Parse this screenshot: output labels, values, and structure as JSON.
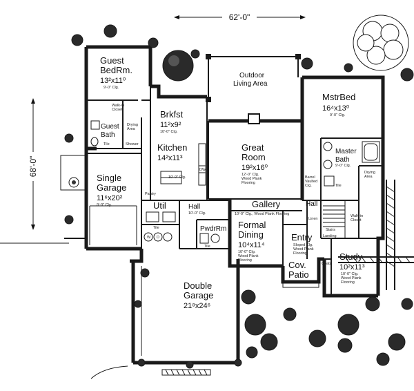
{
  "dimensions": {
    "width_label": "62'-0\"",
    "depth_label": "68'-0\""
  },
  "rooms": {
    "guest_bedroom": {
      "name_line1": "Guest",
      "name_line2": "BedRm.",
      "size": "13²x11⁰",
      "note": "9'-0\" Clg."
    },
    "guest_bath": {
      "name_line1": "Guest",
      "name_line2": "Bath"
    },
    "walk_in_closet_guest": {
      "line1": "Walk-in",
      "line2": "Closet"
    },
    "drying_area_guest": {
      "line1": "Drying",
      "line2": "Area"
    },
    "breakfast": {
      "name": "Brkfst",
      "size": "11²x9²",
      "note": "10'-0\" Clg."
    },
    "kitchen": {
      "name": "Kitchen",
      "size": "14²x11³",
      "note": "10'-0\" Clg."
    },
    "outdoor_living": {
      "name_line1": "Outdoor",
      "name_line2": "Living Area"
    },
    "great_room": {
      "name_line1": "Great",
      "name_line2": "Room",
      "size": "19²x16⁰",
      "note_line1": "12'-0\" Clg.",
      "note_line2": "Wood Plank",
      "note_line3": "Flooring"
    },
    "master_bed": {
      "name": "MstrBed",
      "size": "16⁴x13⁰",
      "note": "9'-0\" Clg."
    },
    "master_bath": {
      "name_line1": "Master",
      "name_line2": "Bath",
      "note": "9'-0\" Clg."
    },
    "drying_area_master": {
      "line1": "Drying",
      "line2": "Area"
    },
    "barrel_vaulted": {
      "line1": "Barrel",
      "line2": "Vaulted",
      "line3": "Clg."
    },
    "walk_in_closet_master": {
      "line1": "Walk-in",
      "line2": "Closet"
    },
    "single_garage": {
      "name_line1": "Single",
      "name_line2": "Garage",
      "size": "11⁶x20²",
      "note": "9'-0\" Clg."
    },
    "utility": {
      "name": "Util",
      "note": "Tile"
    },
    "hall_center": {
      "name": "Hall",
      "note": "10'-0\" Clg."
    },
    "gallery": {
      "name": "Gallery",
      "note": "10'-0\" Clg., Wood Plank Flooring"
    },
    "hall_right": {
      "name": "Hall"
    },
    "powder_room": {
      "name": "PwdrRm",
      "note": "Tile"
    },
    "formal_dining": {
      "name_line1": "Formal",
      "name_line2": "Dining",
      "size": "10⁴x11⁴",
      "note_line1": "10'-0\" Clg.",
      "note_line2": "Wood Plank",
      "note_line3": "Flooring"
    },
    "entry": {
      "name": "Entry",
      "note_line1": "Sloped Clg.",
      "note_line2": "Wood Plank",
      "note_line3": "Flooring"
    },
    "covered_patio": {
      "name_line1": "Cov.",
      "name_line2": "Patio"
    },
    "study": {
      "name": "Study",
      "size": "10²x11³",
      "note_line1": "10'-0\" Clg.",
      "note_line2": "Wood Plank",
      "note_line3": "Flooring"
    },
    "double_garage": {
      "name_line1": "Double",
      "name_line2": "Garage",
      "size": "21⁸x24⁶"
    }
  },
  "fixtures": {
    "tile_guest": "Tile",
    "shower": "Shower",
    "pantry": "Pantry",
    "dw": "DW",
    "fire": "Tile",
    "linen": "Linen",
    "stairs": "Stairs",
    "landing": "Landing",
    "coats": "Coats",
    "tile_master": "Tile",
    "washer": "W",
    "dryer": "D"
  }
}
